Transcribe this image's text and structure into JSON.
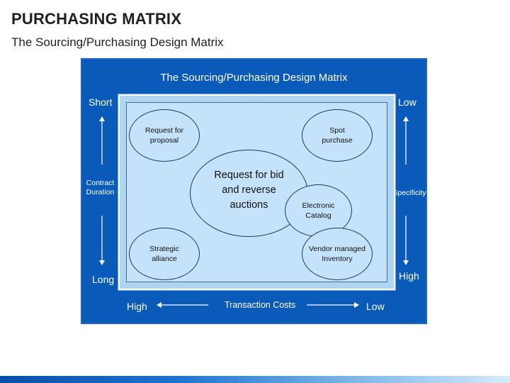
{
  "slide": {
    "title": "PURCHASING MATRIX",
    "subtitle": "The Sourcing/Purchasing Design Matrix"
  },
  "diagram": {
    "title": "The Sourcing/Purchasing Design Matrix",
    "left_axis": {
      "top": "Short",
      "label": "Contract\nDuration",
      "bottom": "Long"
    },
    "right_axis": {
      "top": "Low",
      "label": "Specificity",
      "bottom": "High"
    },
    "bottom_axis": {
      "left": "High",
      "label": "Transaction Costs",
      "right": "Low"
    },
    "ellipses": {
      "rfp": "Request for\nproposal",
      "spot": "Spot\npurchase",
      "center": "Request for bid\nand reverse\nauctions",
      "catalog": "Electronic\nCatalog",
      "strategic": "Strategic\nalliance",
      "vmi": "Vendor managed\nInventory"
    }
  },
  "colors": {
    "outer": "#0a5ab9",
    "inner": "#c4e3fb",
    "frame": "#aed5f2"
  }
}
